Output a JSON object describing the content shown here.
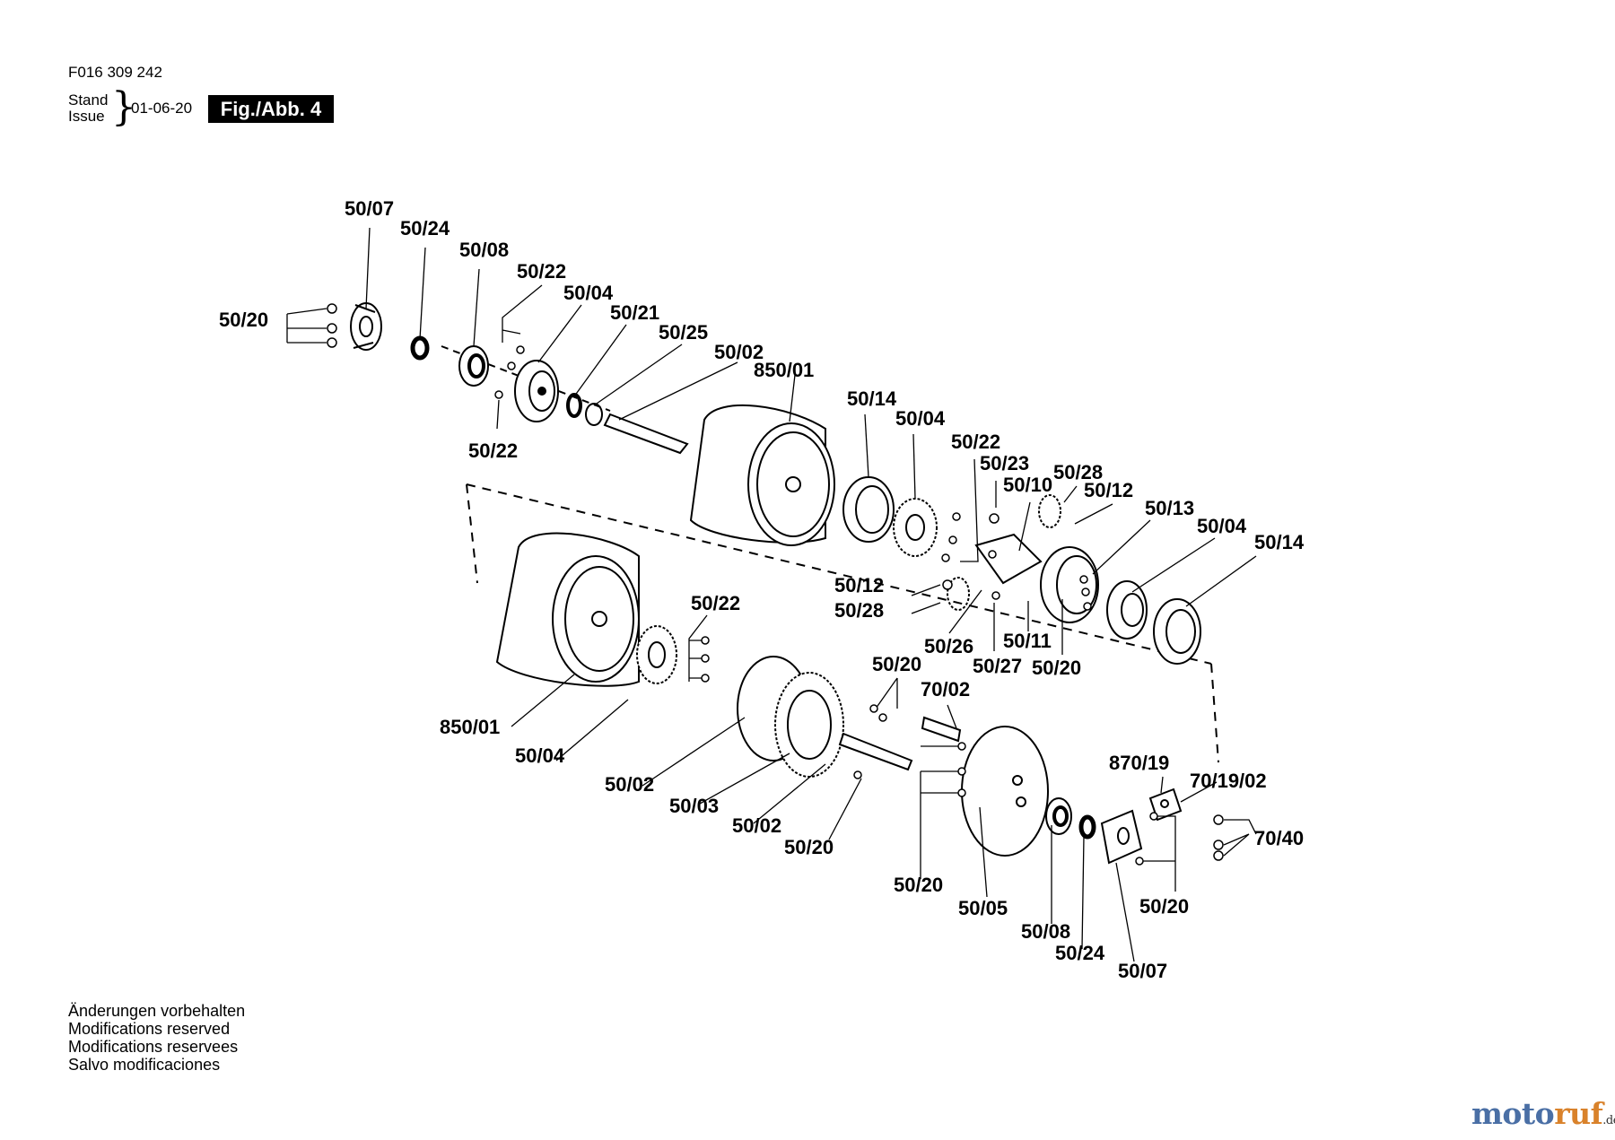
{
  "header": {
    "doc_number": "F016 309 242",
    "stand_label": "Stand",
    "issue_label": "Issue",
    "date": "01-06-20",
    "figure": "Fig./Abb. 4"
  },
  "footer": {
    "lines": [
      "Änderungen vorbehalten",
      "Modifications reserved",
      "Modifications reservees",
      "Salvo modificaciones"
    ]
  },
  "logo": {
    "brand_a": "moto",
    "brand_b": "ruf",
    "domain": ".de",
    "colors": {
      "a": "#4a6fa5",
      "b": "#d9822b"
    }
  },
  "callouts": [
    "50/07",
    "50/24",
    "50/08",
    "50/22",
    "50/04",
    "50/21",
    "50/25",
    "50/02",
    "850/01",
    "50/20",
    "50/22",
    "50/14",
    "50/04",
    "50/22",
    "50/23",
    "50/10",
    "50/28",
    "50/12",
    "50/13",
    "50/04",
    "50/14",
    "50/12",
    "50/28",
    "50/26",
    "50/27",
    "50/11",
    "50/20",
    "50/22",
    "850/01",
    "50/04",
    "50/20",
    "70/02",
    "50/02",
    "50/03",
    "50/02",
    "50/20",
    "870/19",
    "70/19/02",
    "70/40",
    "50/20",
    "50/05",
    "50/08",
    "50/24",
    "50/07",
    "50/20"
  ]
}
